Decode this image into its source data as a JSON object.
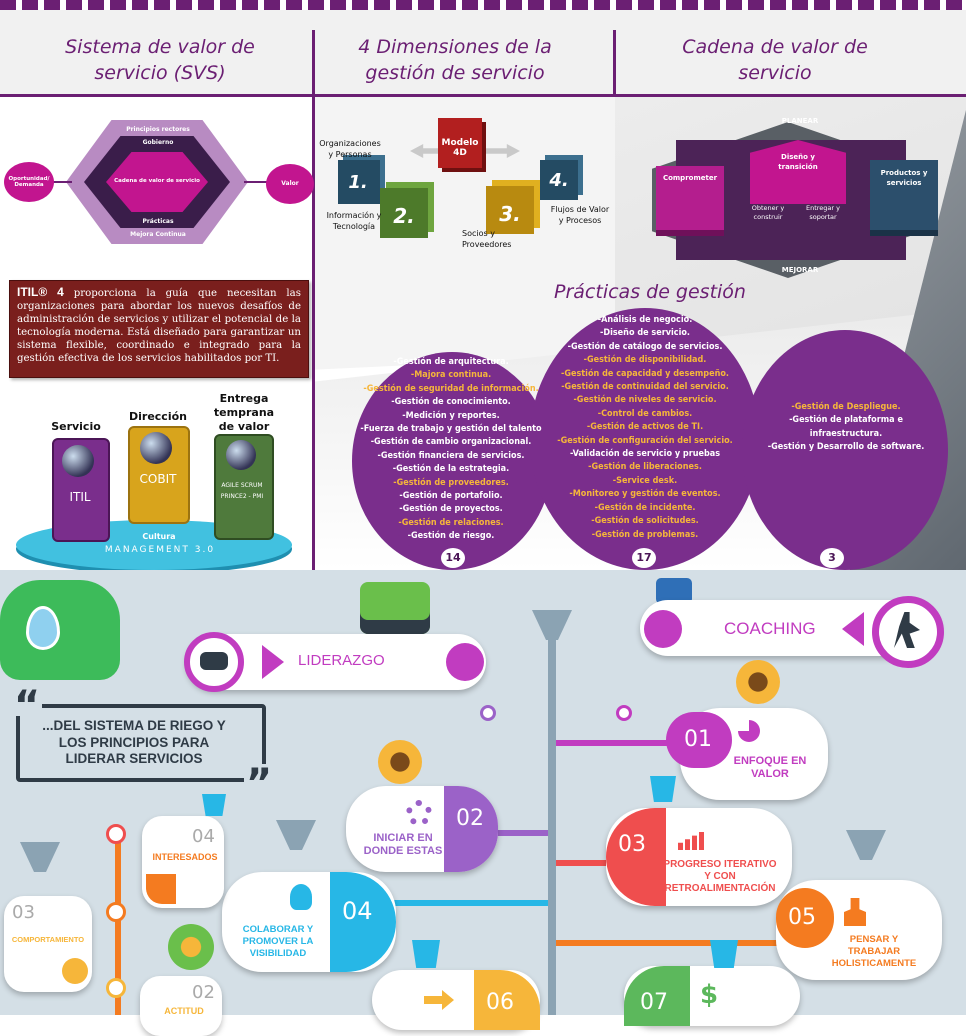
{
  "top": {
    "svs_title": "Sistema de valor de servicio (SVS)",
    "dimensions_title": "4 Dimensiones de la gestión de servicio",
    "chain_title": "Cadena de valor de servicio",
    "practices_title": "Prácticas de gestión",
    "svs": {
      "principios": "Principios rectores",
      "gobierno": "Gobierno",
      "cadena": "Cadena de valor de servicio",
      "practicas": "Prácticas",
      "mejora": "Mejora Continua",
      "oportunidad": "Oportunidad/ Demanda",
      "valor": "Valor"
    },
    "itil_heading": "ITIL® 4",
    "itil_text": "proporciona la guía que necesitan las organizaciones para abordar los nuevos desafíos de administración de servicios y utilizar el potencial de la tecnología moderna. Está diseñado para garantizar un sistema flexible, coordinado e integrado para la gestión efectiva de los servicios habilitados por TI.",
    "frameworks": {
      "servicio": "Servicio",
      "direccion": "Dirección",
      "entrega": "Entrega temprana de valor",
      "itil": "ITIL",
      "cobit": "COBIT",
      "agile": "AGILE SCRUM PRINCE2 - PMI",
      "cultura": "Cultura",
      "management": "MANAGEMENT 3.0"
    },
    "dimensions": {
      "modelo": "Modelo 4D",
      "d1": "1.",
      "d2": "2.",
      "d3": "3.",
      "d4": "4.",
      "org": "Organizaciones y Personas",
      "info": "Información y Tecnología",
      "socios": "Socios y Proveedores",
      "flujos": "Flujos de Valor y Procesos"
    },
    "chain": {
      "planear": "PLANEAR",
      "mejorar": "MEJORAR",
      "comprometer": "Comprometer",
      "diseno": "Diseño y transición",
      "obtener": "Obtener y construir",
      "entregar": "Entregar y soportar",
      "productos": "Productos y servicios"
    },
    "practices_general": [
      {
        "t": "-Gestión de arquitectura.",
        "o": false
      },
      {
        "t": "-Majora continua.",
        "o": true
      },
      {
        "t": "-Gestión de seguridad de información.",
        "o": true
      },
      {
        "t": "-Gestión de conocimiento.",
        "o": false
      },
      {
        "t": "-Medición y reportes.",
        "o": false
      },
      {
        "t": "-Fuerza de trabajo y gestión del talento",
        "o": false
      },
      {
        "t": "-Gestión de cambio organizacional.",
        "o": false
      },
      {
        "t": "-Gestión financiera de servicios.",
        "o": false
      },
      {
        "t": "-Gestión de la estrategia.",
        "o": false
      },
      {
        "t": "-Gestión de proveedores.",
        "o": true
      },
      {
        "t": "-Gestión de portafolio.",
        "o": false
      },
      {
        "t": "-Gestión de proyectos.",
        "o": false
      },
      {
        "t": "-Gestión de relaciones.",
        "o": true
      },
      {
        "t": "-Gestión de riesgo.",
        "o": false
      }
    ],
    "practices_service": [
      {
        "t": "-Análisis de negocio.",
        "o": false
      },
      {
        "t": "-Diseño de servicio.",
        "o": false
      },
      {
        "t": "-Gestión de catálogo de servicios.",
        "o": false
      },
      {
        "t": "-Gestión de disponibilidad.",
        "o": true
      },
      {
        "t": "-Gestión de capacidad y desempeño.",
        "o": true
      },
      {
        "t": "-Gestión de continuidad del servicio.",
        "o": true
      },
      {
        "t": "-Gestión de niveles de servicio.",
        "o": true
      },
      {
        "t": "-Control de cambios.",
        "o": true
      },
      {
        "t": "-Gestión de activos de TI.",
        "o": true
      },
      {
        "t": "-Gestión de configuración del servicio.",
        "o": true
      },
      {
        "t": "-Validación de servicio y pruebas",
        "o": false
      },
      {
        "t": "-Gestión de liberaciones.",
        "o": true
      },
      {
        "t": "-Service desk.",
        "o": true
      },
      {
        "t": "-Monitoreo y gestión de eventos.",
        "o": true
      },
      {
        "t": "-Gestión de incidente.",
        "o": true
      },
      {
        "t": "-Gestión de solicitudes.",
        "o": true
      },
      {
        "t": "-Gestión de problemas.",
        "o": true
      }
    ],
    "practices_tech": [
      {
        "t": "-Gestión de Despliegue.",
        "o": true
      },
      {
        "t": "-Gestión de plataforma e infraestructura.",
        "o": false
      },
      {
        "t": "-Gestión y Desarrollo de software.",
        "o": false
      }
    ],
    "counts": [
      "14",
      "17",
      "3"
    ]
  },
  "bottom": {
    "quote": "...DEL SISTEMA DE RIEGO Y LOS PRINCIPIOS PARA LIDERAR SERVICIOS",
    "liderazgo": "LIDERAZGO",
    "coaching": "COACHING",
    "principles": [
      {
        "n": "01",
        "t": "ENFOQUE EN VALOR",
        "color": "#c13cc0"
      },
      {
        "n": "02",
        "t": "INICIAR EN DONDE ESTAS",
        "color": "#9b62c8"
      },
      {
        "n": "03",
        "t": "PROGRESO ITERATIVO Y CON RETROALIMENTACIÓN",
        "color": "#ef4e4e"
      },
      {
        "n": "04",
        "t": "COLABORAR Y PROMOVER LA VISIBILIDAD",
        "color": "#27b7e6"
      },
      {
        "n": "05",
        "t": "PENSAR Y TRABAJAR HOLISTICAMENTE",
        "color": "#f47b20"
      },
      {
        "n": "06",
        "t": "",
        "color": "#f6b63a"
      },
      {
        "n": "07",
        "t": "",
        "color": "#5cb85c"
      }
    ],
    "left_cards": [
      {
        "n": "04",
        "t": "INTERESADOS"
      },
      {
        "n": "03",
        "t": "COMPORTAMIENTO"
      },
      {
        "n": "02",
        "t": "ACTITUD"
      }
    ]
  }
}
